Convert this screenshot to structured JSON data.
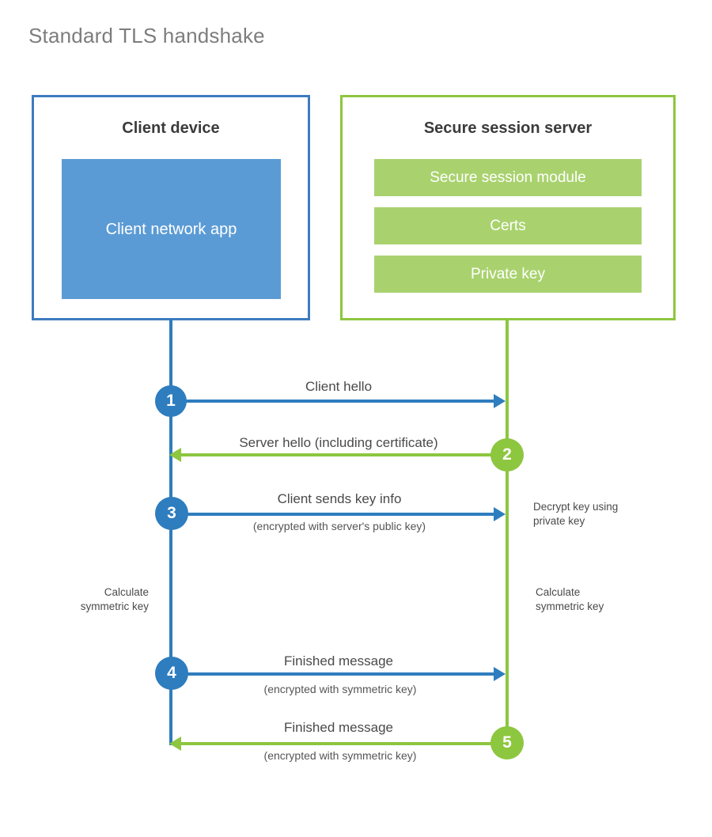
{
  "page": {
    "title": "Standard TLS handshake"
  },
  "colors": {
    "client_accent": "#2e7dbe",
    "client_border": "#3d7cc0",
    "client_app_fill": "#5b9bd5",
    "server_accent": "#8dc63f",
    "server_item_fill": "#a9d26e",
    "title_text": "#7d7d7d",
    "body_text": "#4a4a4a",
    "background": "#ffffff"
  },
  "parties": {
    "client": {
      "title": "Client device",
      "app_label": "Client network app"
    },
    "server": {
      "title": "Secure session server",
      "items": [
        {
          "label": "Secure session module"
        },
        {
          "label": "Certs"
        },
        {
          "label": "Private key"
        }
      ]
    }
  },
  "steps": [
    {
      "number": "1",
      "origin": "client",
      "direction": "client-to-server",
      "label": "Client hello",
      "sublabel": ""
    },
    {
      "number": "2",
      "origin": "server",
      "direction": "server-to-client",
      "label": "Server hello (including certificate)",
      "sublabel": ""
    },
    {
      "number": "3",
      "origin": "client",
      "direction": "client-to-server",
      "label": "Client sends key info",
      "sublabel": "(encrypted with server's public key)"
    },
    {
      "number": "4",
      "origin": "client",
      "direction": "client-to-server",
      "label": "Finished message",
      "sublabel": "(encrypted with symmetric key)"
    },
    {
      "number": "5",
      "origin": "server",
      "direction": "server-to-client",
      "label": "Finished message",
      "sublabel": "(encrypted with symmetric key)"
    }
  ],
  "notes": {
    "server_decrypt": "Decrypt key using\nprivate key",
    "client_calculate": "Calculate\nsymmetric key",
    "server_calculate": "Calculate\nsymmetric key"
  }
}
